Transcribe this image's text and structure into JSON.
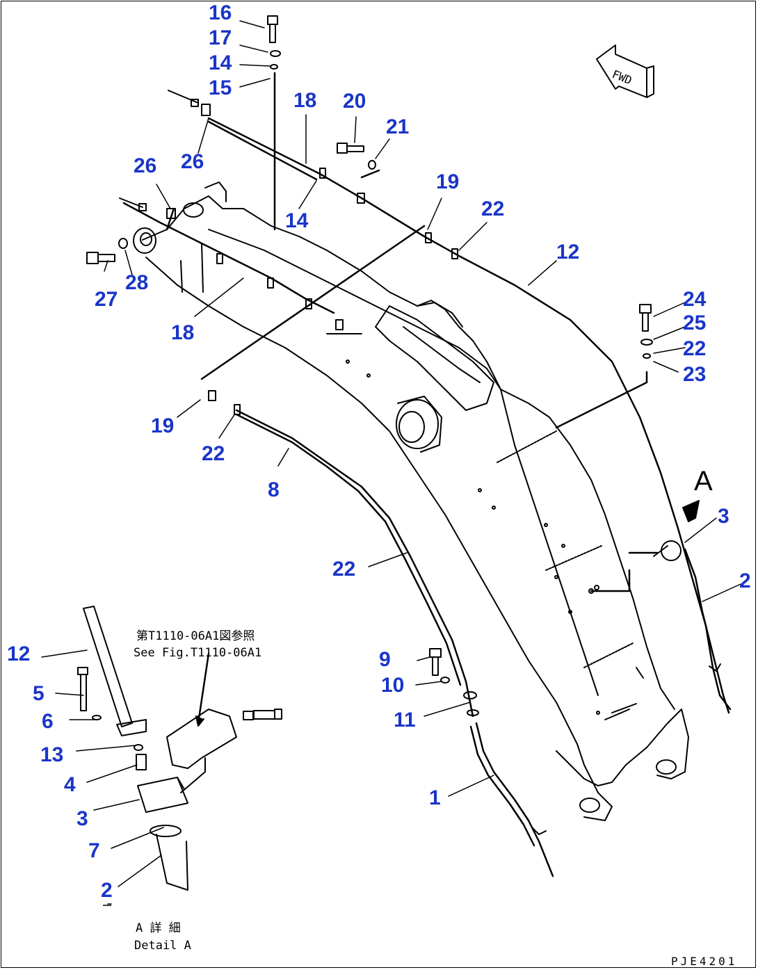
{
  "drawing": {
    "code": "PJE4201",
    "forward_label": "FWD",
    "detail_letter": "A",
    "note_jp": "第T1110-06A1図参照",
    "note_en": "See Fig.T1110-06A1",
    "detail_caption_jp": "A 詳 細",
    "detail_caption_en": "Detail A"
  },
  "callouts": [
    {
      "id": "c-16",
      "label": "16"
    },
    {
      "id": "c-17",
      "label": "17"
    },
    {
      "id": "c-14a",
      "label": "14"
    },
    {
      "id": "c-15",
      "label": "15"
    },
    {
      "id": "c-18a",
      "label": "18"
    },
    {
      "id": "c-20",
      "label": "20"
    },
    {
      "id": "c-21",
      "label": "21"
    },
    {
      "id": "c-26a",
      "label": "26"
    },
    {
      "id": "c-26b",
      "label": "26"
    },
    {
      "id": "c-14b",
      "label": "14"
    },
    {
      "id": "c-19a",
      "label": "19"
    },
    {
      "id": "c-22a",
      "label": "22"
    },
    {
      "id": "c-12a",
      "label": "12"
    },
    {
      "id": "c-27",
      "label": "27"
    },
    {
      "id": "c-28",
      "label": "28"
    },
    {
      "id": "c-18b",
      "label": "18"
    },
    {
      "id": "c-24",
      "label": "24"
    },
    {
      "id": "c-25",
      "label": "25"
    },
    {
      "id": "c-22b",
      "label": "22"
    },
    {
      "id": "c-23",
      "label": "23"
    },
    {
      "id": "c-19b",
      "label": "19"
    },
    {
      "id": "c-22c",
      "label": "22"
    },
    {
      "id": "c-8",
      "label": "8"
    },
    {
      "id": "c-3a",
      "label": "3"
    },
    {
      "id": "c-2a",
      "label": "2"
    },
    {
      "id": "c-22d",
      "label": "22"
    },
    {
      "id": "c-12b",
      "label": "12"
    },
    {
      "id": "c-5",
      "label": "5"
    },
    {
      "id": "c-6",
      "label": "6"
    },
    {
      "id": "c-13",
      "label": "13"
    },
    {
      "id": "c-4",
      "label": "4"
    },
    {
      "id": "c-3b",
      "label": "3"
    },
    {
      "id": "c-7",
      "label": "7"
    },
    {
      "id": "c-2b",
      "label": "2"
    },
    {
      "id": "c-9",
      "label": "9"
    },
    {
      "id": "c-10",
      "label": "10"
    },
    {
      "id": "c-11",
      "label": "11"
    },
    {
      "id": "c-1",
      "label": "1"
    }
  ]
}
